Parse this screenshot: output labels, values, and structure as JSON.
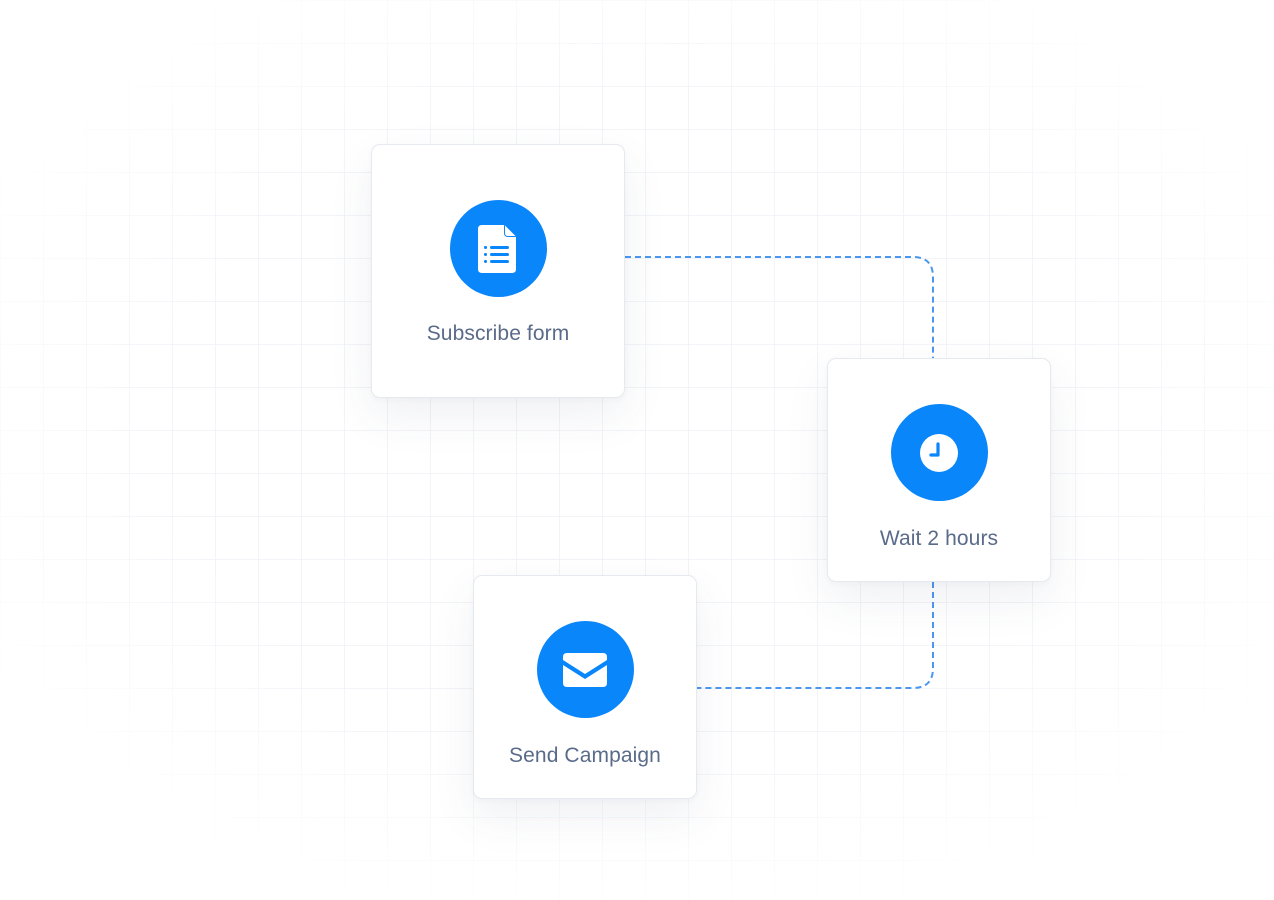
{
  "theme": {
    "accent": "#0a86fb",
    "connector": "#4a97f2",
    "label": "#5a6b8a",
    "grid_line": "#eef0f5",
    "card_border": "#e6e9ef"
  },
  "nodes": [
    {
      "id": "subscribe",
      "label": "Subscribe form",
      "icon": "document-list-icon"
    },
    {
      "id": "wait",
      "label": "Wait 2 hours",
      "icon": "clock-icon"
    },
    {
      "id": "send",
      "label": "Send Campaign",
      "icon": "envelope-icon"
    }
  ],
  "connections": [
    {
      "from": "Subscribe form",
      "to": "Wait 2 hours",
      "style": "dashed"
    },
    {
      "from": "Wait 2 hours",
      "to": "Send Campaign",
      "style": "dashed"
    }
  ]
}
